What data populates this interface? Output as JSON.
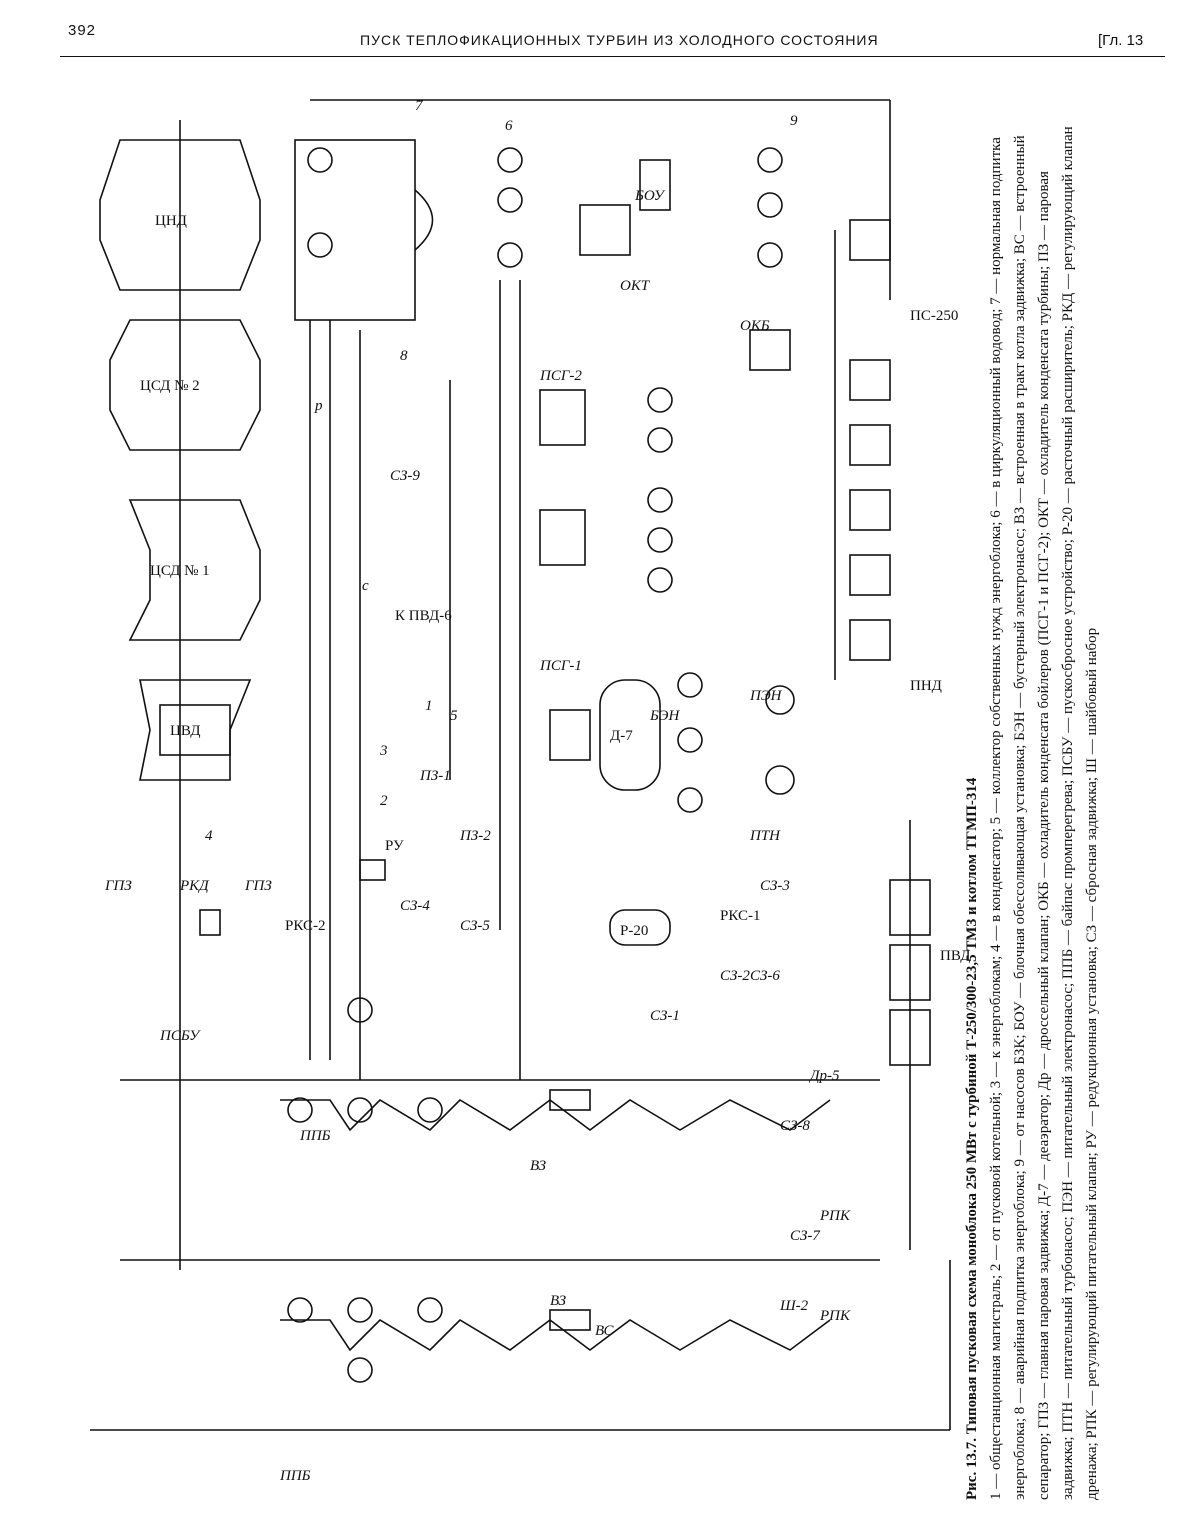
{
  "header": {
    "page_number": "392",
    "running_title": "ПУСК ТЕПЛОФИКАЦИОННЫХ ТУРБИН ИЗ ХОЛОДНОГО СОСТОЯНИЯ",
    "chapter": "[Гл. 13"
  },
  "figure": {
    "labels": {
      "cnd": "ЦНД",
      "csd2": "ЦСД № 2",
      "csd1": "ЦСД № 1",
      "cvd": "ЦВД",
      "d7": "Д-7",
      "pnd": "ПНД",
      "pvd": "ПВД",
      "boy": "БОУ",
      "okt": "ОКТ",
      "okb": "ОКБ",
      "ps250": "ПС-250",
      "psg2": "ПСГ-2",
      "psg1": "ПСГ-1",
      "psbu": "ПСБУ",
      "ppb": "ППБ",
      "ppb2": "ППБ",
      "r20": "Р-20",
      "pen": "ПЭН",
      "ben": "БЭН",
      "ptn": "ПТН",
      "ru": "РУ",
      "rks1": "РКС-1",
      "rks2": "РКС-2",
      "rpk1": "РПК",
      "rpk2": "РПК",
      "gpz1": "ГПЗ",
      "gpz2": "ГПЗ",
      "rkd": "РКД",
      "k_pvd6": "К ПВД-6",
      "sz9": "СЗ-9",
      "sz4": "СЗ-4",
      "sz5": "СЗ-5",
      "sz3": "СЗ-3",
      "sz6": "СЗ-6",
      "sz2": "СЗ-2",
      "sz1": "СЗ-1",
      "sz8": "СЗ-8",
      "sz7": "СЗ-7",
      "sh2": "Ш-2",
      "dr5": "Др-5",
      "vs": "ВС",
      "vz1": "ВЗ",
      "vz2": "ВЗ",
      "pz1": "ПЗ-1",
      "pz2": "ПЗ-2",
      "n1": "1",
      "n2": "2",
      "n3": "3",
      "n4": "4",
      "n5": "5",
      "n6": "6",
      "n7": "7",
      "n8": "8",
      "n9": "9",
      "p": "р",
      "c": "с"
    }
  },
  "caption": {
    "title": "Рис. 13.7. Типовая пусковая схема моноблока 250 МВт с турбиной Т-250/300-23,5 ТМЗ и котлом ТГМП-314",
    "body": "1 — общестанционная магистраль; 2 — от пусковой котельной; 3 — к энергоблокам; 4 — в конденсатор; 5 — коллектор собственных нужд энергоблока; 6 — в циркуляционный водовод; 7 — нормальная подпитка энергоблока; 8 — аварийная подпитка энергоблока; 9 — от насосов БЗК; БОУ — блочная обессоливающая установка; БЭН — бустерный электронасос; ВЗ — встроенная в тракт котла задвижка; ВС — встроенный сепаратор; ГПЗ — главная паровая задвижка; Д-7 — деаэратор; Др — дроссельный клапан; ОКБ — охладитель конденсата бойлеров (ПСГ-1 и ПСГ-2); ОКТ — охладитель конденсата турбины; ПЗ — паровая задвижка; ПТН — питательный турбонасос; ПЭН — питательный электронасос; ППБ — байпас промперегрева; ПСБУ — пускосбросное устройство; Р-20 — расточный расширитель; РКД — регулирующий клапан дренажа; РПК — регулирующий питательный клапан; РУ — редукционная установка; СЗ — сбросная задвижка; Ш — шайбовый набор"
  }
}
